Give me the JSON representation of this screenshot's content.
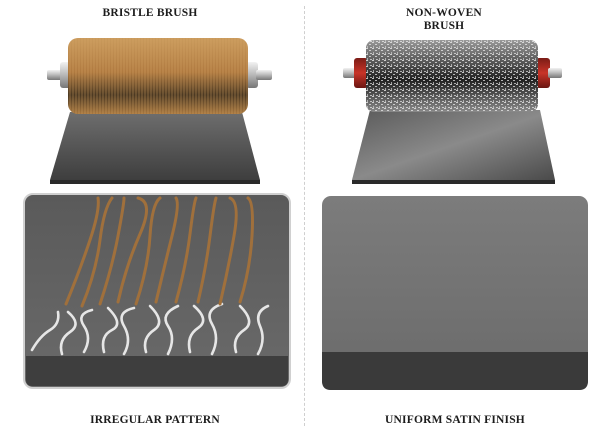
{
  "labels": {
    "bristle": "BRISTLE BRUSH",
    "nonwoven_line1": "NON-WOVEN",
    "nonwoven_line2": "BRUSH"
  },
  "captions": {
    "left": "IRREGULAR PATTERN",
    "right": "UNIFORM SATIN FINISH"
  },
  "colors": {
    "bristle": "#c08a4a",
    "bristle_dark": "#7a5a38",
    "nonwoven_dark": "#1e1e1e",
    "nonwoven_light": "#d8d8d8",
    "hub_red": "#b02a22",
    "plate": "#5a5a5a",
    "panel_bg": "#6b6b6b",
    "scratch": "#e6e6e6"
  },
  "icons": {
    "left_roller": "bristle-brush-roller-icon",
    "right_roller": "nonwoven-brush-roller-icon"
  }
}
